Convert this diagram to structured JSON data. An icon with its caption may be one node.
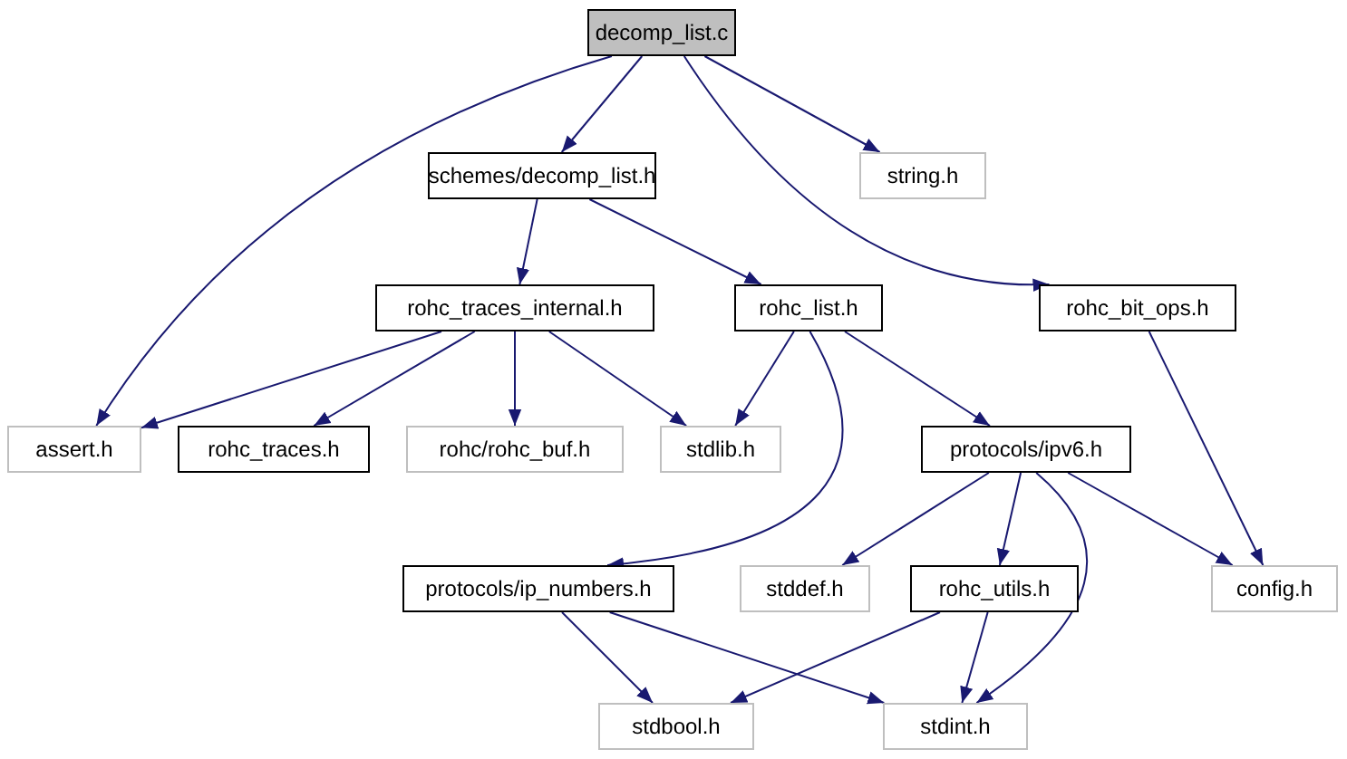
{
  "diagram": {
    "nodes": [
      {
        "text": [
          "decomp_list.c"
        ]
      },
      {
        "text": [
          "schemes/decomp_list.h"
        ]
      },
      {
        "text": [
          "string.h"
        ]
      },
      {
        "text": [
          "rohc_traces_internal.h"
        ]
      },
      {
        "text": [
          "rohc_list.h"
        ]
      },
      {
        "text": [
          "rohc_bit_ops.h"
        ]
      },
      {
        "text": [
          "assert.h"
        ]
      },
      {
        "text": [
          "rohc_traces.h"
        ]
      },
      {
        "text": [
          "rohc/rohc_buf.h"
        ]
      },
      {
        "text": [
          "stdlib.h"
        ]
      },
      {
        "text": [
          "protocols/ipv6.h"
        ]
      },
      {
        "text": [
          "protocols/ip_numbers.h"
        ]
      },
      {
        "text": [
          "stddef.h"
        ]
      },
      {
        "text": [
          "rohc_utils.h"
        ]
      },
      {
        "text": [
          "config.h"
        ]
      },
      {
        "text": [
          "stdbool.h"
        ]
      },
      {
        "text": [
          "stdint.h"
        ]
      }
    ],
    "edges": [
      {
        "from": 0,
        "to": 1,
        "arrow": "to"
      },
      {
        "from": 0,
        "to": 2,
        "arrow": "to"
      },
      {
        "from": 0,
        "to": 6,
        "arrow": "to"
      },
      {
        "from": 0,
        "to": 5,
        "arrow": "to"
      },
      {
        "from": 1,
        "to": 3,
        "arrow": "to"
      },
      {
        "from": 1,
        "to": 4,
        "arrow": "to"
      },
      {
        "from": 3,
        "to": 6,
        "arrow": "to"
      },
      {
        "from": 3,
        "to": 7,
        "arrow": "to"
      },
      {
        "from": 3,
        "to": 8,
        "arrow": "to"
      },
      {
        "from": 3,
        "to": 9,
        "arrow": "to"
      },
      {
        "from": 4,
        "to": 9,
        "arrow": "to"
      },
      {
        "from": 4,
        "to": 10,
        "arrow": "to"
      },
      {
        "from": 4,
        "to": 11,
        "arrow": "to"
      },
      {
        "from": 5,
        "to": 14,
        "arrow": "to"
      },
      {
        "from": 10,
        "to": 12,
        "arrow": "to"
      },
      {
        "from": 10,
        "to": 13,
        "arrow": "to"
      },
      {
        "from": 10,
        "to": 14,
        "arrow": "to"
      },
      {
        "from": 10,
        "to": 16,
        "arrow": "to"
      },
      {
        "from": 11,
        "to": 15,
        "arrow": "to"
      },
      {
        "from": 11,
        "to": 16,
        "arrow": "to"
      },
      {
        "from": 13,
        "to": 15,
        "arrow": "to"
      },
      {
        "from": 13,
        "to": 16,
        "arrow": "to"
      }
    ]
  }
}
